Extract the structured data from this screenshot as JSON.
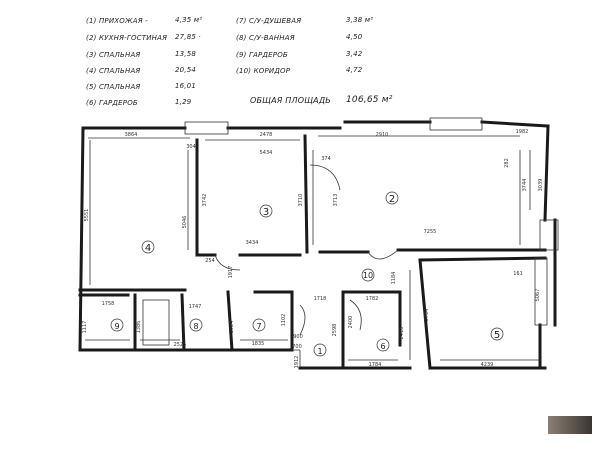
{
  "legend": [
    {
      "num": "1",
      "name": "ПРИХОЖАЯ -",
      "area": "4,35 м²"
    },
    {
      "num": "2",
      "name": "КУХНЯ-ГОСТИНАЯ",
      "area": "27,85 ·"
    },
    {
      "num": "3",
      "name": "СПАЛЬНАЯ",
      "area": "13,58"
    },
    {
      "num": "4",
      "name": "СПАЛЬНАЯ",
      "area": "20,54"
    },
    {
      "num": "5",
      "name": "СПАЛЬНАЯ",
      "area": "16,01"
    },
    {
      "num": "6",
      "name": "ГАРДЕРОБ",
      "area": "1,29"
    },
    {
      "num": "7",
      "name": "С/У-ДУШЕВАЯ",
      "area": "3,38 м²"
    },
    {
      "num": "8",
      "name": "С/У-ВАННАЯ",
      "area": "4,50"
    },
    {
      "num": "9",
      "name": "ГАРДЕРОБ",
      "area": "3,42"
    },
    {
      "num": "10",
      "name": "КОРИДОР",
      "area": "4,72"
    }
  ],
  "total": {
    "label": "ОБЩАЯ ПЛОЩАДЬ",
    "value": "106,65 м²"
  },
  "rooms": [
    "4",
    "3",
    "2",
    "10",
    "5",
    "9",
    "8",
    "7",
    "1",
    "6"
  ],
  "dimensions": [
    "3864",
    "2478",
    "2910",
    "1982",
    "5551",
    "5046",
    "3742",
    "3710",
    "3713",
    "3744",
    "3039",
    "5434",
    "7255",
    "3434",
    "3704",
    "5067",
    "1747",
    "1758",
    "1835",
    "2525",
    "1718",
    "1782",
    "2416",
    "2400",
    "1784",
    "4239",
    "1924",
    "1117",
    "1386",
    "2598",
    "700",
    "1184",
    "1917",
    "254",
    "304",
    "282",
    "374",
    "161",
    "900",
    "1912",
    "1102"
  ],
  "colors": {
    "wall": "#1a1a1a",
    "line": "#333333"
  }
}
